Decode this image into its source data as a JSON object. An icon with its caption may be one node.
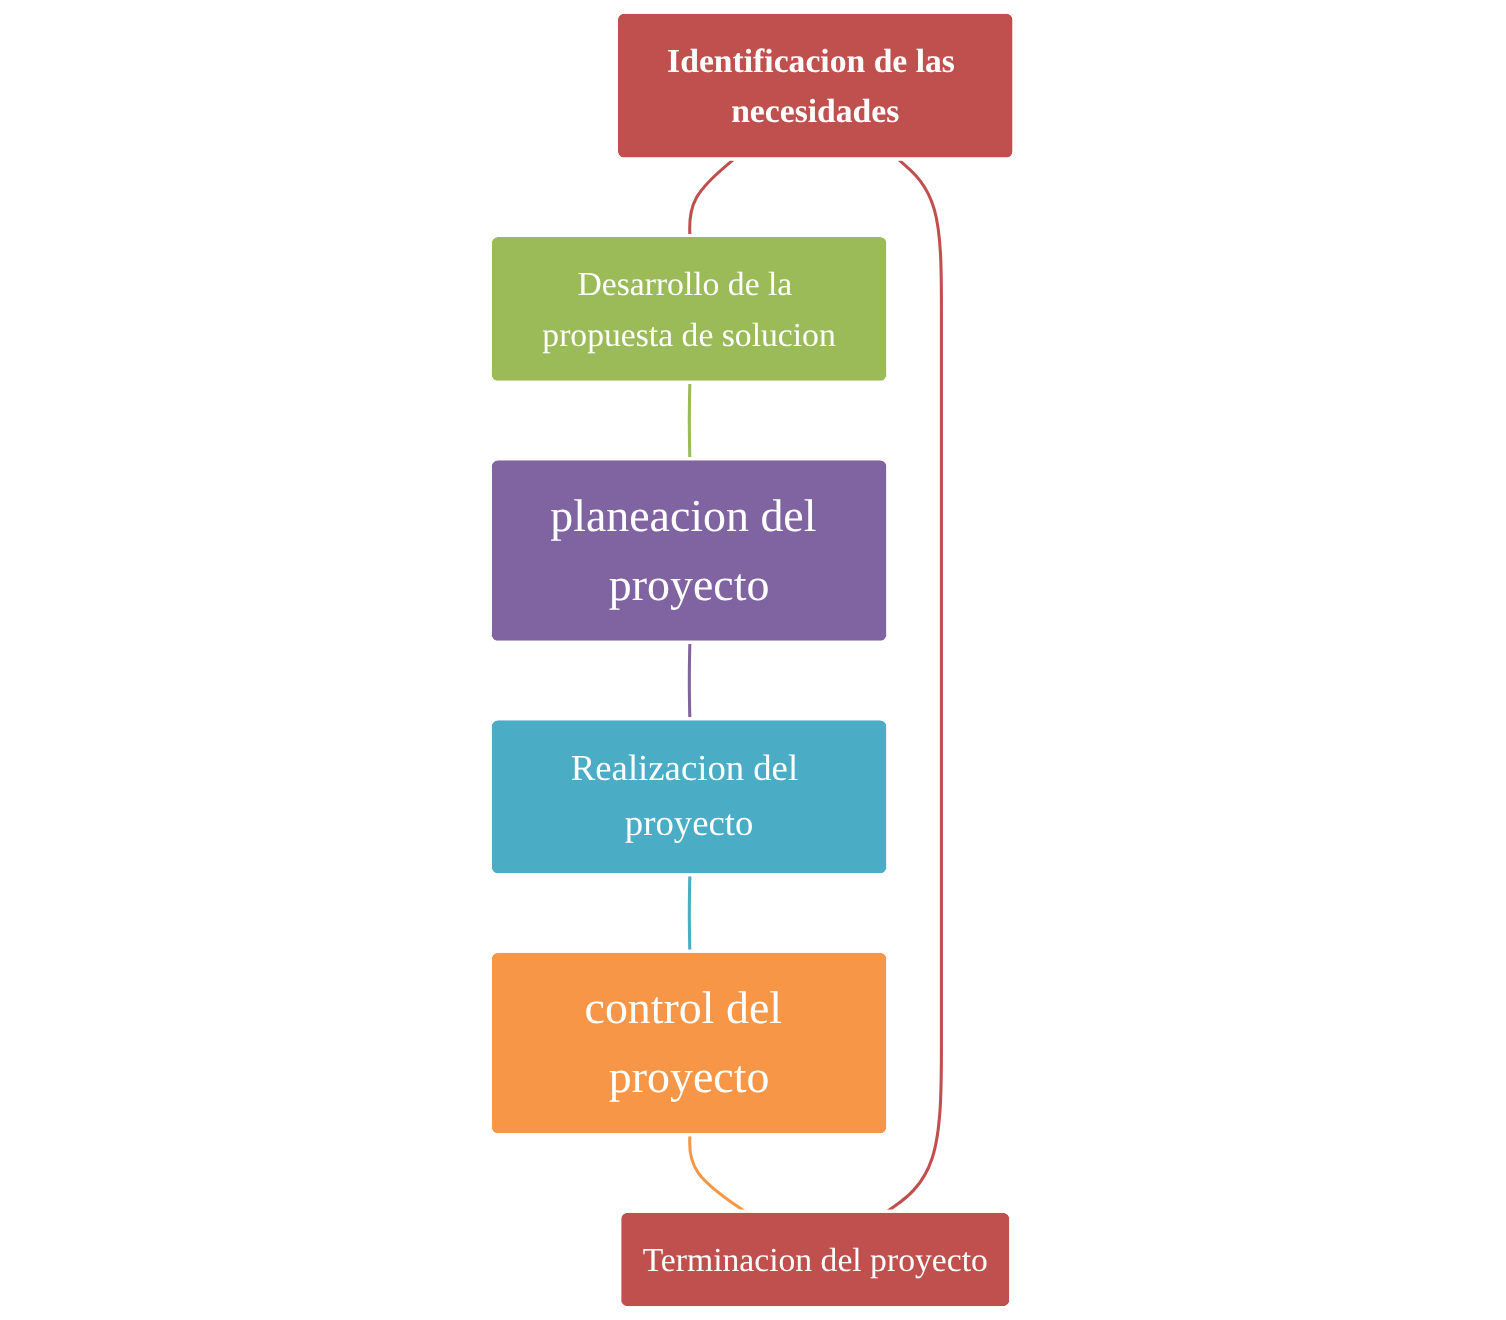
{
  "diagram": {
    "nodes": [
      {
        "text": [
          "Identificacion de las necesidades"
        ]
      },
      {
        "text": [
          "Terminacion del proyecto"
        ]
      },
      {
        "text": [
          "Desarrollo de la propuesta de solucion"
        ]
      },
      {
        "text": [
          "control del proyecto"
        ]
      },
      {
        "text": [
          "planeacion del proyecto"
        ]
      },
      {
        "text": [
          "Realizacion del proyecto"
        ]
      }
    ],
    "edges": [
      {
        "from": 0,
        "to": 2,
        "arrow": "none",
        "color": "#c0504d"
      },
      {
        "from": 2,
        "to": 4,
        "arrow": "none",
        "color": "#9bbb59"
      },
      {
        "from": 4,
        "to": 5,
        "arrow": "none",
        "color": "#8064a2"
      },
      {
        "from": 5,
        "to": 3,
        "arrow": "none",
        "color": "#4bacc6"
      },
      {
        "from": 3,
        "to": 1,
        "arrow": "none",
        "color": "#f79646"
      },
      {
        "from": 1,
        "to": 0,
        "arrow": "none",
        "color": "#c0504d"
      }
    ]
  }
}
